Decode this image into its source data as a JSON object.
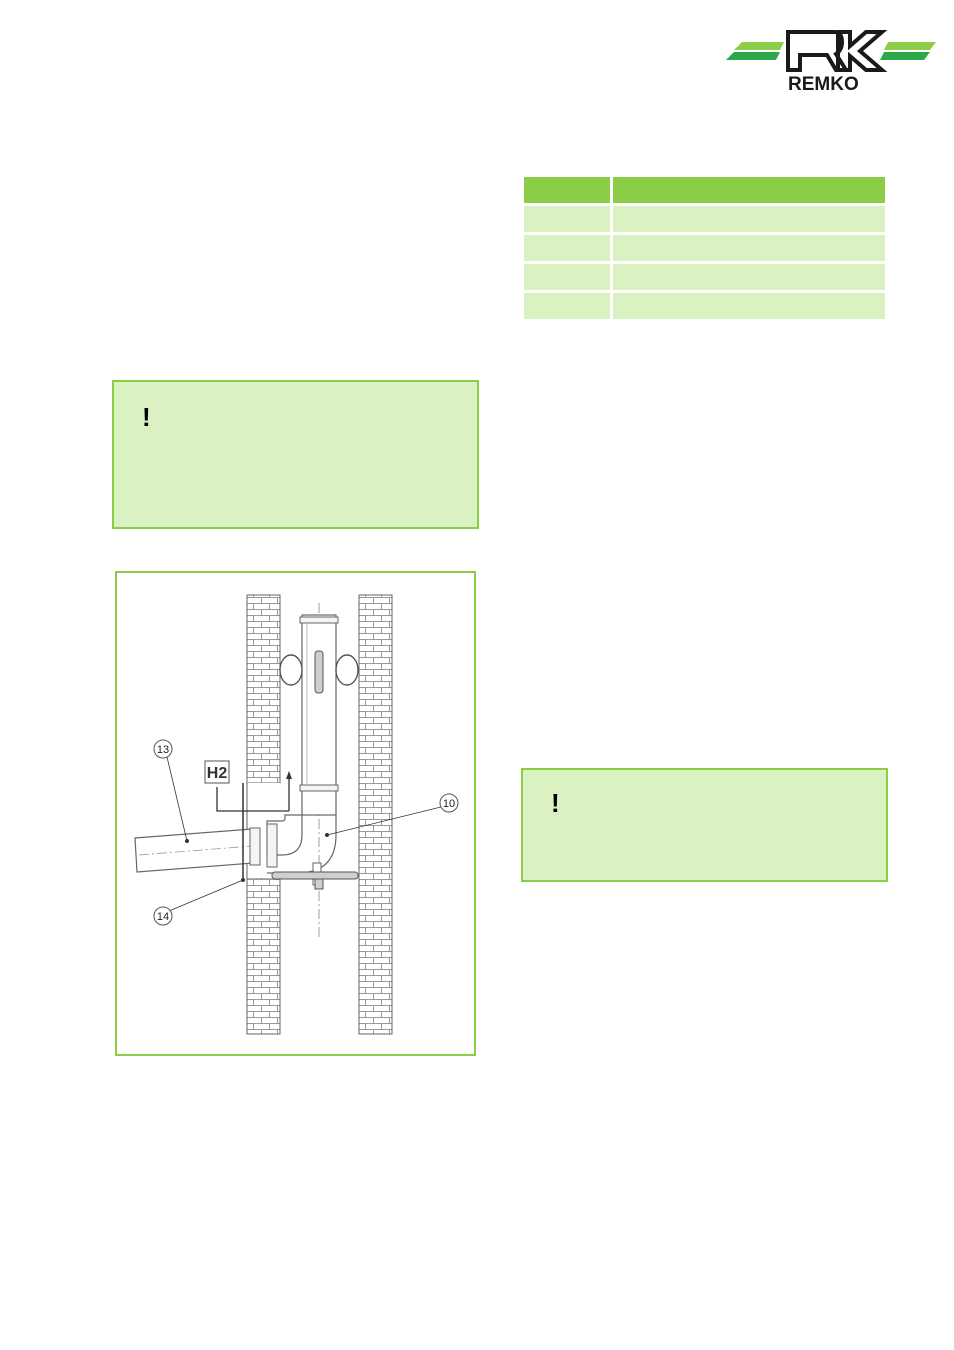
{
  "logo": {
    "brand": "REMKO",
    "colors": {
      "stripe_light": "#8ccd48",
      "stripe_dark": "#2aa84a",
      "mark": "#1a1a1a"
    }
  },
  "table": {
    "header": [
      "",
      ""
    ],
    "rows": [
      [
        "",
        ""
      ],
      [
        "",
        ""
      ],
      [
        "",
        ""
      ],
      [
        "",
        ""
      ]
    ]
  },
  "notes": [
    {
      "icon": "!",
      "text": ""
    },
    {
      "icon": "!",
      "text": ""
    }
  ],
  "figure": {
    "callouts": {
      "c13": "13",
      "c14": "14",
      "c10": "10"
    },
    "height_label": "H2"
  },
  "colors": {
    "accent": "#8ccd48",
    "note_bg": "#daf1c1"
  }
}
